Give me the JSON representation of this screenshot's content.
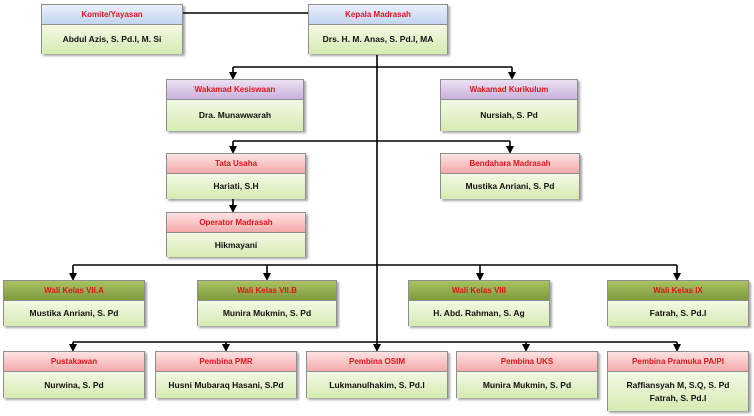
{
  "colors": {
    "line": "#000000",
    "header_text": "#e0141b",
    "body_bg": "#e3f2c6"
  },
  "komite": {
    "title": "Komite/Yayasan",
    "name": "Abdul  Azis, S. Pd.I, M. Si"
  },
  "kepala": {
    "title": "Kepala Madrasah",
    "name": "Drs. H. M.  Anas,  S. Pd.I,  MA"
  },
  "wakamad_kesiswaan": {
    "title": "Wakamad  Kesiswaan",
    "name": "Dra.  Munawwarah"
  },
  "wakamad_kurikulum": {
    "title": "Wakamad  Kurikulum",
    "name": "Nursiah,  S. Pd"
  },
  "tata_usaha": {
    "title": "Tata  Usaha",
    "name": "Hariati,  S.H"
  },
  "bendahara": {
    "title": "Bendahara Madrasah",
    "name": "Mustika  Anriani,  S. Pd"
  },
  "operator": {
    "title": "Operator Madrasah",
    "name": "Hikmayani"
  },
  "wali_7a": {
    "title": "Wali Kelas VII.A",
    "name": "Mustika  Anriani,  S. Pd"
  },
  "wali_7b": {
    "title": "Wali Kelas VII.B",
    "name": "Munira  Mukmin,  S. Pd"
  },
  "wali_8": {
    "title": "Wali Kelas VIII",
    "name": "H.  Abd.  Rahman,  S.  Ag"
  },
  "wali_9": {
    "title": "Wali Kelas IX",
    "name": "Fatrah, S. Pd.I"
  },
  "pustakawan": {
    "title": "Pustakawan",
    "name": "Nurwina,  S. Pd"
  },
  "pembina_pmr": {
    "title": "Pembina PMR",
    "name": "Husni  Mubaraq  Hasani,  S.Pd"
  },
  "pembina_osim": {
    "title": "Pembina OSIM",
    "name": "Lukmanulhakim,   S. Pd.I"
  },
  "pembina_uks": {
    "title": "Pembina UKS",
    "name": "Munira  Mukmin,  S. Pd"
  },
  "pembina_pramuka": {
    "title": "Pembina Pramuka PA/PI",
    "name_1": "Raffiansyah  M, S.Q, S. Pd",
    "name_2": "Fatrah, S. Pd.I"
  }
}
